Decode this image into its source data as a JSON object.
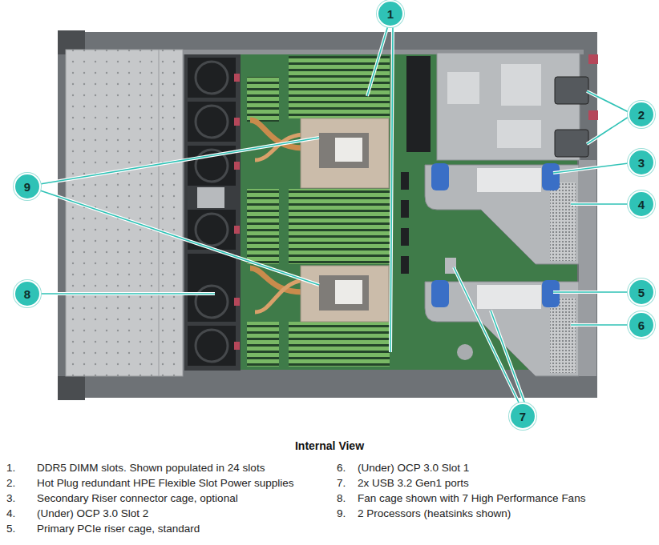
{
  "diagram": {
    "title": "Internal View",
    "nodes": [
      {
        "text": [
          "1"
        ]
      },
      {
        "text": [
          "2"
        ]
      },
      {
        "text": [
          "9"
        ]
      },
      {
        "text": [
          "3"
        ]
      },
      {
        "text": [
          "4"
        ]
      },
      {
        "text": [
          "8"
        ]
      },
      {
        "text": [
          "5"
        ]
      },
      {
        "text": [
          "6"
        ]
      },
      {
        "text": [
          "7"
        ]
      }
    ],
    "labels": [
      "1.",
      "DDR5 DIMM slots. Shown populated in 24 slots",
      "2.",
      "Hot Plug redundant HPE Flexible Slot Power supplies",
      "3.",
      "Secondary Riser connector cage, optional",
      "4.",
      "(Under) OCP 3.0 Slot 2",
      "5.",
      "Primary PCIe riser cage, standard",
      "6.",
      "(Under) OCP 3.0 Slot 1",
      "7.",
      "2x USB 3.2 Gen1 ports",
      "8.",
      "Fan cage shown with 7 High Performance Fans",
      "9.",
      "2 Processors (heatsinks shown)"
    ]
  }
}
